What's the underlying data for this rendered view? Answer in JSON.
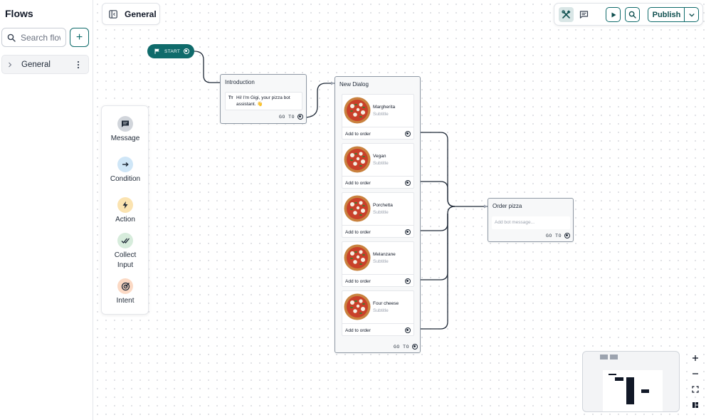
{
  "sidebar": {
    "title": "Flows",
    "search_placeholder": "Search flows",
    "add_label": "+",
    "flows": [
      {
        "label": "General"
      }
    ]
  },
  "header": {
    "title": "General"
  },
  "toolbar": {
    "publish_label": "Publish"
  },
  "start_node": {
    "label": "START"
  },
  "intro_node": {
    "title": "Introduction",
    "message": "Hi! I'm Gigi, your pizza bot assistant. 👋",
    "text_marker": "Tт",
    "goto_label": "GO TO"
  },
  "dialog_node": {
    "title": "New Dialog",
    "goto_label": "GO TO",
    "cards": [
      {
        "name": "Margherita",
        "subtitle": "Subtitle",
        "button": "Add to order"
      },
      {
        "name": "Vegan",
        "subtitle": "Subtitle",
        "button": "Add to order"
      },
      {
        "name": "Porchetta",
        "subtitle": "Subtitle",
        "button": "Add to order"
      },
      {
        "name": "Melanzane",
        "subtitle": "Subtitle",
        "button": "Add to order"
      },
      {
        "name": "Four cheese",
        "subtitle": "Subtitle",
        "button": "Add to order"
      }
    ]
  },
  "order_node": {
    "title": "Order pizza",
    "placeholder": "Add bot message...",
    "goto_label": "GO TO"
  },
  "palette": [
    {
      "label": "Message",
      "icon": "message-icon",
      "color": "#d1d5db"
    },
    {
      "label": "Condition",
      "icon": "arrow-right-icon",
      "color": "#cfe6f7"
    },
    {
      "label": "Action",
      "icon": "lightning-icon",
      "color": "#fbe3b0"
    },
    {
      "label": "Collect Input",
      "icon": "double-check-icon",
      "color": "#d7ecdc"
    },
    {
      "label": "Intent",
      "icon": "target-icon",
      "color": "#fbd9c4"
    }
  ],
  "colors": {
    "accent": "#0f6b6b",
    "node_border": "#8e98a4"
  }
}
